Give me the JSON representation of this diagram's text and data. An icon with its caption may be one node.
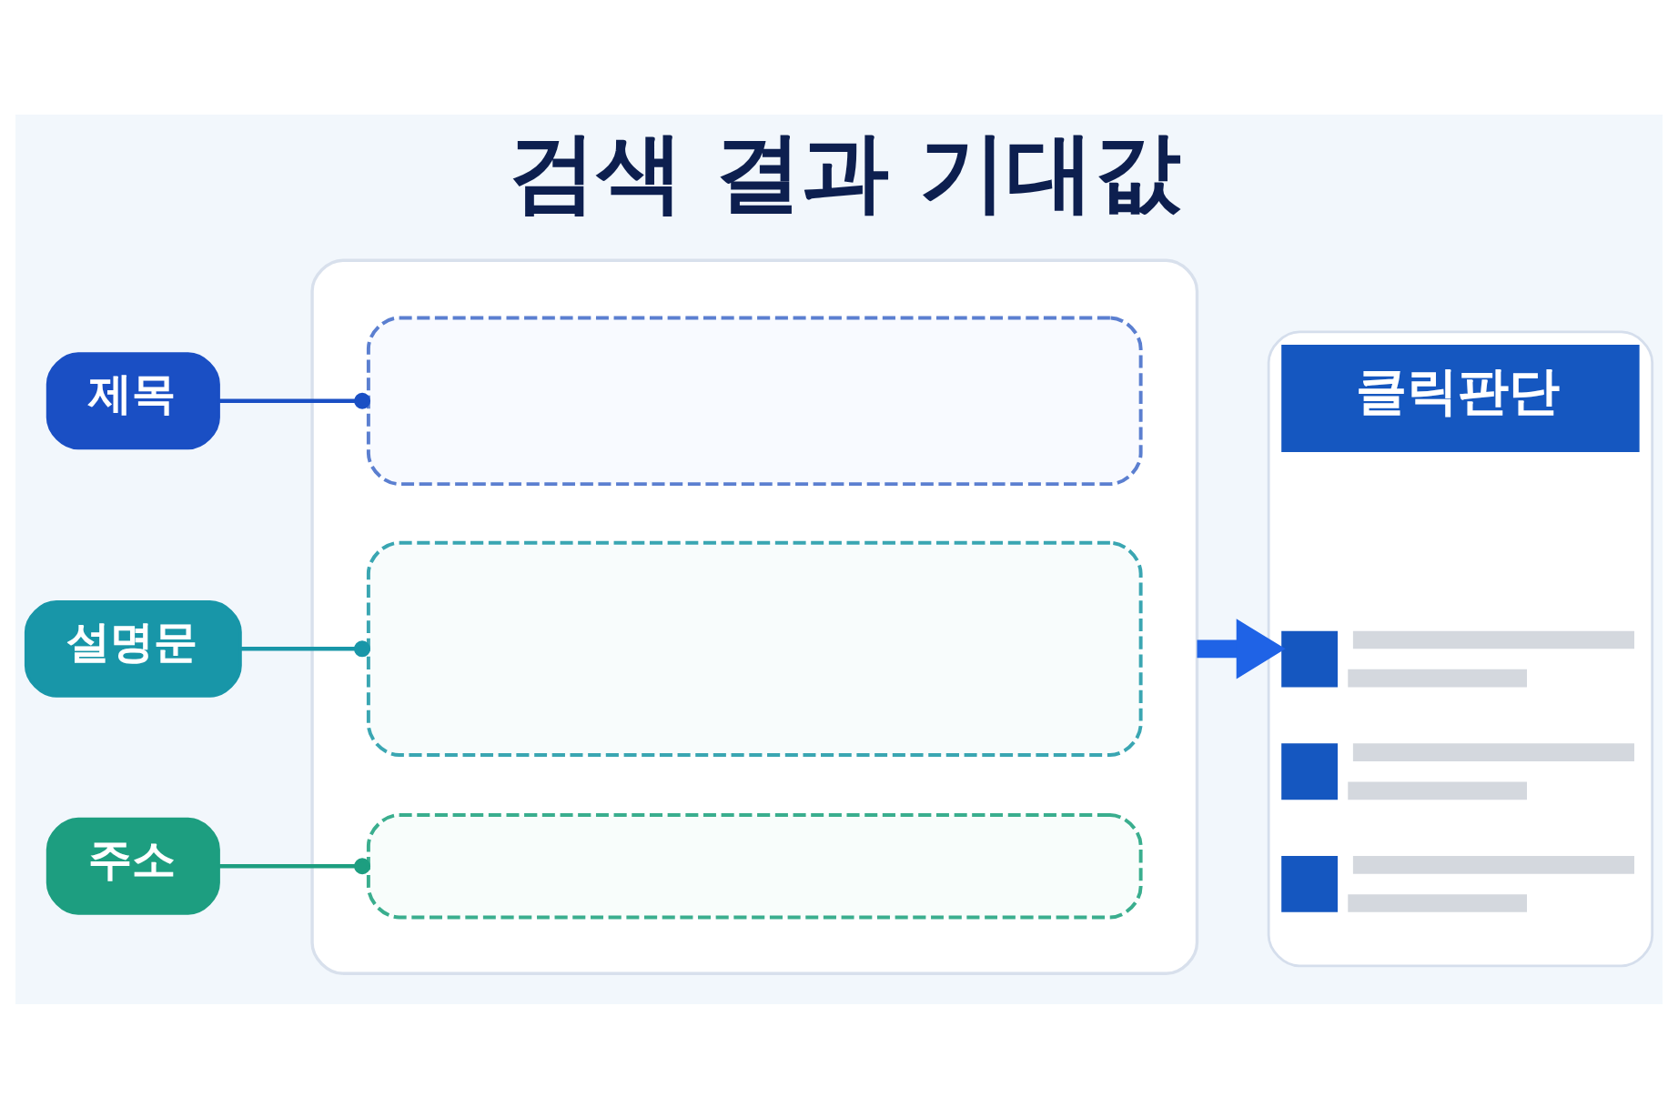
{
  "diagram": {
    "title": "검색 결과 기대값",
    "nodes": [
      {
        "text": [
          "제목"
        ]
      },
      {
        "text": [
          "설명문"
        ]
      },
      {
        "text": [
          "주소"
        ]
      },
      {
        "text": [],
        "shape": "box"
      },
      {
        "text": [],
        "shape": "box",
        "in": 3
      },
      {
        "text": [],
        "shape": "box",
        "in": 3
      },
      {
        "text": [],
        "shape": "box",
        "in": 3
      },
      {
        "text": [
          "클릭판단"
        ]
      }
    ],
    "edges": [
      {
        "from": 0,
        "to": 4,
        "arrow": "other",
        "color": "#1a4fc4"
      },
      {
        "from": 1,
        "to": 5,
        "arrow": "other",
        "color": "#1896a8"
      },
      {
        "from": 2,
        "to": 6,
        "arrow": "other",
        "color": "#1d9e80"
      },
      {
        "from": 3,
        "to": 7,
        "arrow": "to",
        "style": "thick",
        "color": "#1f63e6"
      }
    ]
  }
}
